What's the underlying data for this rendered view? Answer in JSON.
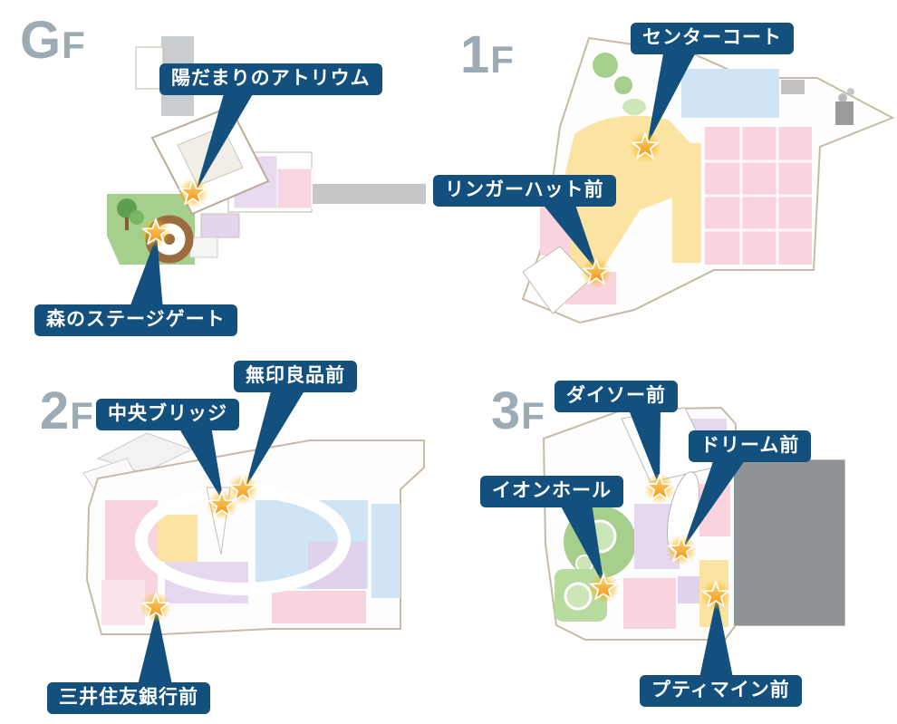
{
  "colors": {
    "callout_background": "#13507e",
    "callout_text": "#ffffff",
    "floor_label": "#9dabb4",
    "star_marker": "#f7a21b",
    "star_glow": "#ffb300",
    "map_outline": "#c7baa7",
    "map_pink": "#f9d4de",
    "map_yellow": "#fbe3a1",
    "map_blue": "#cfe4f5",
    "map_lavender": "#e6d8ef",
    "map_green": "#a6cf8d",
    "map_dark_gray": "#8e9397"
  },
  "marker": {
    "type": "star",
    "count": 11
  },
  "floors": [
    {
      "id": "gf",
      "label_big": "G",
      "label_small": "F",
      "callouts": [
        {
          "label": "陽だまりのアトリウム"
        },
        {
          "label": "森のステージゲート"
        }
      ]
    },
    {
      "id": "1f",
      "label_big": "1",
      "label_small": "F",
      "callouts": [
        {
          "label": "センターコート"
        },
        {
          "label": "リンガーハット前"
        }
      ]
    },
    {
      "id": "2f",
      "label_big": "2",
      "label_small": "F",
      "callouts": [
        {
          "label": "無印良品前"
        },
        {
          "label": "中央ブリッジ"
        },
        {
          "label": "三井住友銀行前"
        }
      ]
    },
    {
      "id": "3f",
      "label_big": "3",
      "label_small": "F",
      "callouts": [
        {
          "label": "ダイソー前"
        },
        {
          "label": "ドリーム前"
        },
        {
          "label": "イオンホール"
        },
        {
          "label": "プティマイン前"
        }
      ]
    }
  ]
}
